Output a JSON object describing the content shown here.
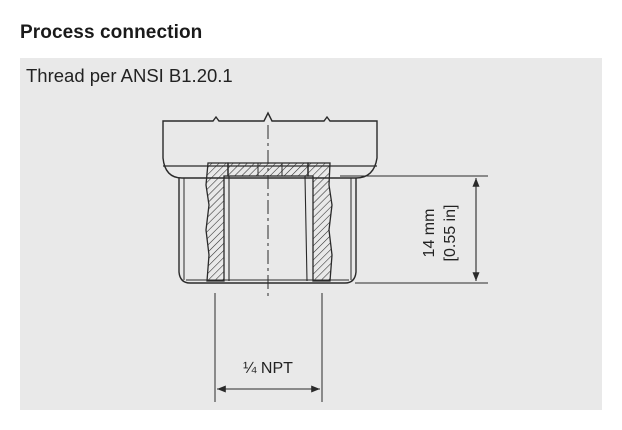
{
  "section": {
    "heading": "Process connection",
    "panel_title": "Thread per ANSI B1.20.1"
  },
  "dimensions": {
    "height_metric": "14 mm",
    "height_imperial": "[0.55 in]",
    "thread_size": "¼ NPT"
  },
  "colors": {
    "panel_background": "#e9e9e9",
    "line": "#2a2a2a"
  }
}
